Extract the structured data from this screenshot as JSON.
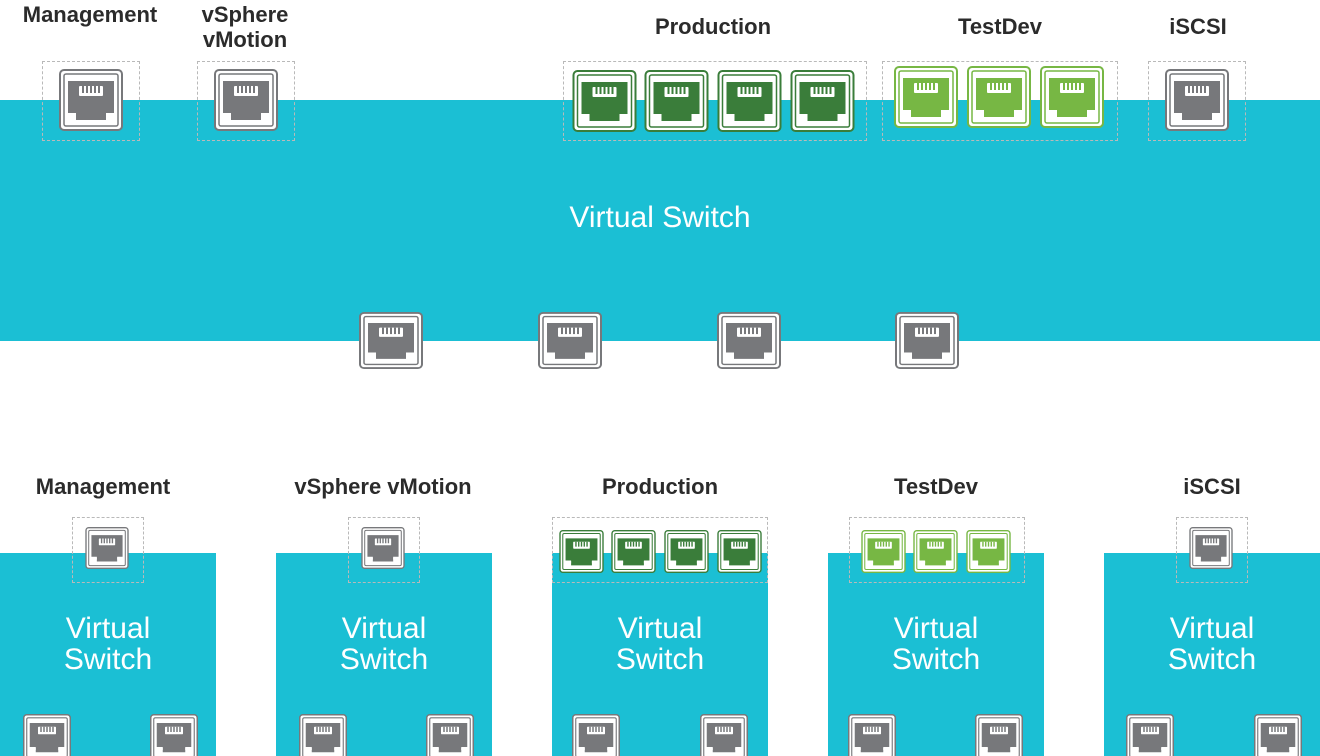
{
  "colors": {
    "switch": "#1bbfd4",
    "uplink_port": "#77787b",
    "production_port": "#3a7d3a",
    "testdev_port": "#77b744",
    "label_text": "#2b2b2b",
    "switch_text": "#ffffff"
  },
  "icons": {
    "port": "ethernet-port-icon"
  },
  "top_diagram": {
    "switch_label": "Virtual Switch",
    "port_groups": [
      {
        "label": "Management",
        "ports": 1
      },
      {
        "label": "vSphere vMotion",
        "ports": 1
      },
      {
        "label": "Production",
        "ports": 4
      },
      {
        "label": "TestDev",
        "ports": 3
      },
      {
        "label": "iSCSI",
        "ports": 1
      }
    ],
    "uplinks": 4
  },
  "bottom_diagram": {
    "switches": [
      {
        "label": "Management",
        "switch_label": "Virtual Switch",
        "ports": 1,
        "uplinks": 2
      },
      {
        "label": "vSphere vMotion",
        "switch_label": "Virtual Switch",
        "ports": 1,
        "uplinks": 2
      },
      {
        "label": "Production",
        "switch_label": "Virtual Switch",
        "ports": 4,
        "uplinks": 2
      },
      {
        "label": "TestDev",
        "switch_label": "Virtual Switch",
        "ports": 3,
        "uplinks": 2
      },
      {
        "label": "iSCSI",
        "switch_label": "Virtual Switch",
        "ports": 1,
        "uplinks": 2
      }
    ]
  }
}
